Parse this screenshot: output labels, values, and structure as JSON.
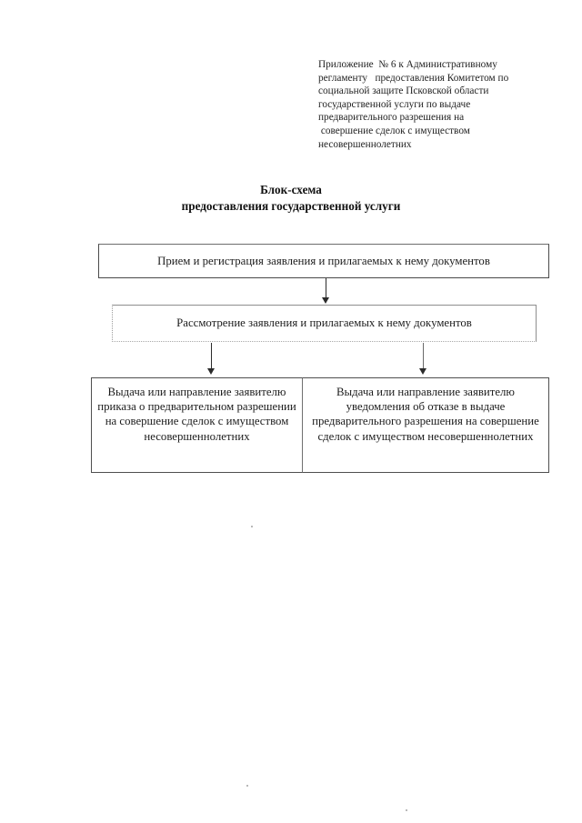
{
  "document": {
    "header_note": [
      "Приложение  № 6 к Административному",
      "регламенту   предоставления Комитетом по",
      "социальной защите Псковской области",
      "государственной услуги по выдаче",
      "предварительного разрешения на",
      " совершение сделок с имуществом",
      "несовершеннолетних"
    ],
    "title_line1": "Блок-схема",
    "title_line2": "предоставления государственной услуги"
  },
  "flowchart": {
    "type": "flowchart",
    "nodes": [
      {
        "id": "intake",
        "label": "Прием и регистрация заявления и прилагаемых к нему документов"
      },
      {
        "id": "review",
        "label": "Рассмотрение заявления и прилагаемых к нему документов"
      },
      {
        "id": "approve",
        "label": "Выдача или направление заявителю приказа о предварительном разрешении на совершение сделок с имуществом несовершеннолетних"
      },
      {
        "id": "refuse",
        "label": "Выдача или направление заявителю уведомления об отказе в выдаче предварительного разрешения на совершение сделок с имуществом несовершеннолетних"
      }
    ],
    "edges": [
      {
        "from": "intake",
        "to": "review"
      },
      {
        "from": "review",
        "to": "approve"
      },
      {
        "from": "review",
        "to": "refuse"
      }
    ]
  }
}
